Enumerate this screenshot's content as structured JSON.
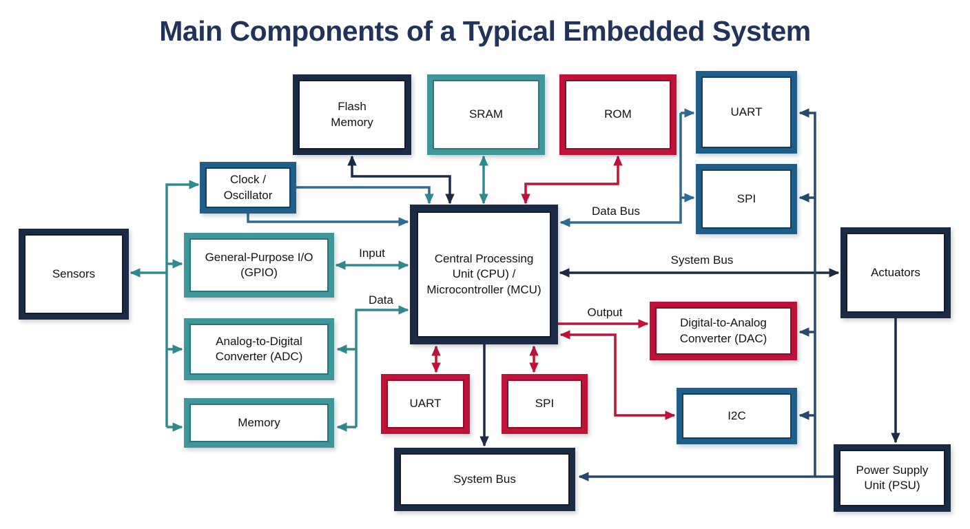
{
  "title": "Main Components of a Typical Embedded System",
  "boxes": {
    "flash": {
      "label": "Flash Memory",
      "color_role": "navy"
    },
    "sram": {
      "label": "SRAM",
      "color_role": "teal"
    },
    "rom": {
      "label": "ROM",
      "color_role": "crimson"
    },
    "uart_top": {
      "label": "UART",
      "color_role": "steel"
    },
    "spi_right": {
      "label": "SPI",
      "color_role": "steel"
    },
    "clock": {
      "label": "Clock / Oscillator",
      "color_role": "steel"
    },
    "sensors": {
      "label": "Sensors",
      "color_role": "navy"
    },
    "gpio": {
      "label": "General-Purpose I/O (GPIO)",
      "color_role": "teal"
    },
    "adc": {
      "label": "Analog-to-Digital Converter (ADC)",
      "color_role": "teal"
    },
    "memory": {
      "label": "Memory",
      "color_role": "teal"
    },
    "cpu": {
      "label": "Central Processing Unit (CPU) / Microcontroller (MCU)",
      "color_role": "navy"
    },
    "dac": {
      "label": "Digital-to-Analog Converter (DAC)",
      "color_role": "crimson"
    },
    "uart_bottom": {
      "label": "UART",
      "color_role": "crimson"
    },
    "spi_bottom": {
      "label": "SPI",
      "color_role": "crimson"
    },
    "i2c": {
      "label": "I2C",
      "color_role": "steel"
    },
    "system_bus": {
      "label": "System Bus",
      "color_role": "navy"
    },
    "actuators": {
      "label": "Actuators",
      "color_role": "navy"
    },
    "psu": {
      "label": "Power Supply Unit (PSU)",
      "color_role": "navy"
    }
  },
  "edge_labels": {
    "input": "Input",
    "data": "Data",
    "data_bus": "Data Bus",
    "system_bus": "System Bus",
    "output": "Output"
  },
  "connections": [
    {
      "name": "flash-cpu",
      "endpoints": [
        "flash",
        "cpu"
      ],
      "arrows": "both",
      "color": "navy"
    },
    {
      "name": "sram-cpu",
      "endpoints": [
        "sram",
        "cpu"
      ],
      "arrows": "both",
      "color": "teal"
    },
    {
      "name": "rom-cpu",
      "endpoints": [
        "rom",
        "cpu"
      ],
      "arrows": "both",
      "color": "crimson"
    },
    {
      "name": "clock-cpu-top",
      "endpoints": [
        "clock",
        "cpu"
      ],
      "arrows": "into-cpu",
      "color": "steel-teal"
    },
    {
      "name": "clock-cpu-left",
      "endpoints": [
        "clock",
        "cpu"
      ],
      "arrows": "into-cpu",
      "color": "steel"
    },
    {
      "name": "left-peripheral-bus",
      "endpoints": [
        "sensors",
        "clock",
        "gpio",
        "adc",
        "memory"
      ],
      "arrows": "into-sensors, into-clock, into-gpio, into-adc, into-memory",
      "color": "teal"
    },
    {
      "name": "gpio-cpu",
      "endpoints": [
        "gpio",
        "cpu"
      ],
      "label": "Input",
      "arrows": "both",
      "color": "teal"
    },
    {
      "name": "adc-memory-cpu",
      "endpoints": [
        "adc",
        "memory",
        "cpu"
      ],
      "label": "Data",
      "arrows": "into-cpu, into-adc, into-memory",
      "color": "teal"
    },
    {
      "name": "cpu-uart-spi-bus",
      "endpoints": [
        "cpu",
        "uart_top",
        "spi_right"
      ],
      "label": "Data Bus",
      "arrows": "into-cpu, into-uart-top, into-spi-right",
      "color": "steel"
    },
    {
      "name": "cpu-actuators",
      "endpoints": [
        "cpu",
        "actuators"
      ],
      "label": "System Bus",
      "arrows": "both",
      "color": "navy"
    },
    {
      "name": "cpu-dac",
      "endpoints": [
        "cpu",
        "dac"
      ],
      "label": "Output",
      "arrows": "into-dac",
      "color": "crimson"
    },
    {
      "name": "cpu-i2c",
      "endpoints": [
        "cpu",
        "i2c"
      ],
      "arrows": "into-cpu, into-i2c",
      "color": "crimson"
    },
    {
      "name": "cpu-uart-bottom",
      "endpoints": [
        "cpu",
        "uart_bottom"
      ],
      "arrows": "both",
      "color": "crimson"
    },
    {
      "name": "cpu-spi-bottom",
      "endpoints": [
        "cpu",
        "spi_bottom"
      ],
      "arrows": "both",
      "color": "crimson"
    },
    {
      "name": "cpu-system-bus",
      "endpoints": [
        "cpu",
        "system_bus"
      ],
      "arrows": "into-system-bus",
      "color": "navy"
    },
    {
      "name": "actuators-psu",
      "endpoints": [
        "actuators",
        "psu"
      ],
      "arrows": "into-psu",
      "color": "navy"
    },
    {
      "name": "psu-distribution",
      "endpoints": [
        "psu",
        "system_bus",
        "i2c",
        "dac",
        "spi_right",
        "uart_top"
      ],
      "arrows": "into-system-bus, into-i2c, into-dac, into-spi-right, into-uart-top",
      "color": "dark-steel"
    }
  ],
  "colors": {
    "navy": "#1b2a45",
    "steel": "#1f5e89",
    "teal": "#3f979c",
    "crimson": "#bf1238",
    "line_teal": "#2f8a8f",
    "line_steel": "#2b6b94",
    "line_riser": "#27496e",
    "title_color": "#21335b",
    "text": "#131313",
    "bg": "#ffffff"
  }
}
